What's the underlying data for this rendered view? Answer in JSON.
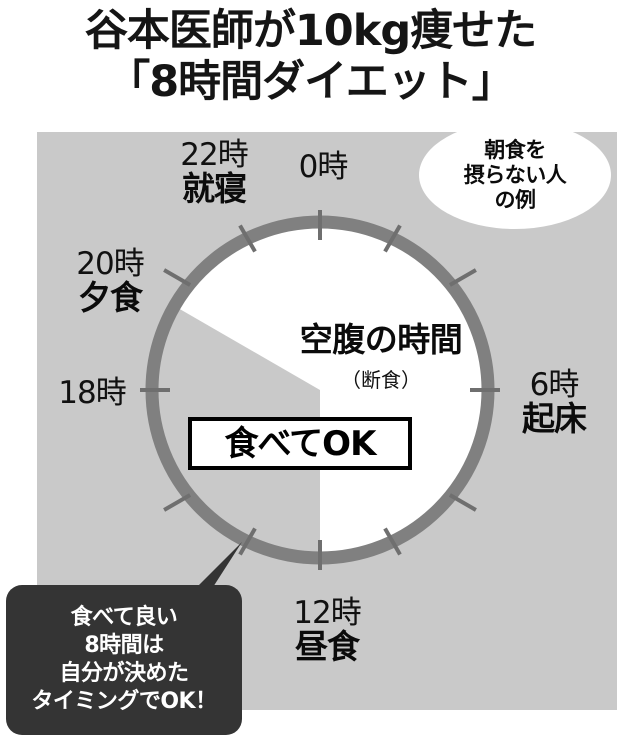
{
  "title": {
    "line1": "谷本医師が10kg痩せた",
    "line2": "「8時間ダイエット」"
  },
  "colors": {
    "panel_background": "#c9c9c9",
    "clock_ring": "#808080",
    "clock_face": "#ffffff",
    "eating_wedge": "#c9c9c9",
    "callout_background": "#343434",
    "callout_text": "#ffffff",
    "bubble_background": "#ffffff",
    "text": "#000000"
  },
  "bubble": {
    "text": "朝食を\n摂らない人\nの例"
  },
  "clock": {
    "center_label_main": "空腹の時間",
    "center_label_sub": "（断食）",
    "eat_ok_label": "食べてOK",
    "hours": [
      {
        "id": "0",
        "hour": "0時",
        "event": "",
        "angle_deg": 0
      },
      {
        "id": "22",
        "hour": "22時",
        "event": "就寝",
        "angle_deg": 330
      },
      {
        "id": "20",
        "hour": "20時",
        "event": "夕食",
        "angle_deg": 300
      },
      {
        "id": "18",
        "hour": "18時",
        "event": "",
        "angle_deg": 270
      },
      {
        "id": "6",
        "hour": "6時",
        "event": "起床",
        "angle_deg": 90
      },
      {
        "id": "12",
        "hour": "12時",
        "event": "昼食",
        "angle_deg": 180
      }
    ]
  },
  "callout": {
    "text": "食べて良い\n8時間は\n自分が決めた\nタイミングでOK！"
  },
  "chart_data": {
    "type": "pie",
    "title": "谷本医師が10kg痩せた「8時間ダイエット」",
    "subtitle": "朝食を摂らない人の例",
    "categories": [
      "食べてOK",
      "空腹の時間（断食）"
    ],
    "values": [
      8,
      16
    ],
    "units": "時間",
    "tick_interval_hours": 2,
    "eating_window_start_hour": 12,
    "eating_window_end_hour": 20,
    "fasting_window_start_hour": 20,
    "fasting_window_end_hour": 12,
    "annotations": [
      "0時",
      "6時 起床",
      "12時 昼食",
      "18時",
      "20時 夕食",
      "22時 就寝"
    ],
    "legend_position": "none",
    "grid": false
  }
}
